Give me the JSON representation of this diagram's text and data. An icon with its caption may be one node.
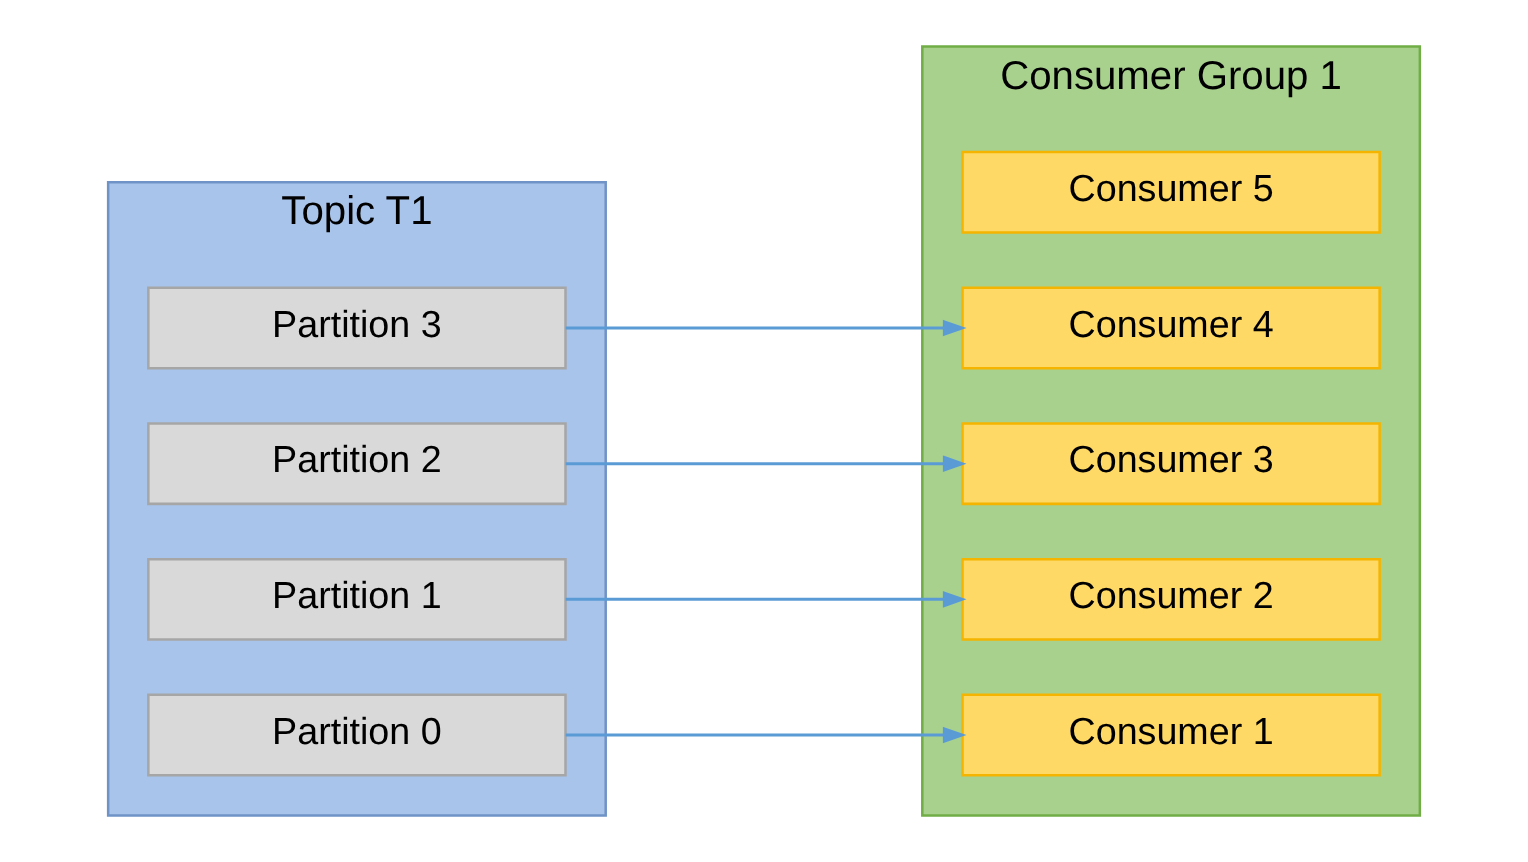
{
  "diagram": {
    "nodes": [
      {
        "text": [
          "Topic T1"
        ]
      },
      {
        "text": [
          "Partition 0"
        ],
        "in": 0
      },
      {
        "text": [
          "Partition 1"
        ],
        "in": 0
      },
      {
        "text": [
          "Partition 2"
        ],
        "in": 0
      },
      {
        "text": [
          "Partition 3"
        ],
        "in": 0
      },
      {
        "text": [
          "Consumer Group 1"
        ]
      },
      {
        "text": [
          "Consumer 1"
        ],
        "in": 5
      },
      {
        "text": [
          "Consumer 2"
        ],
        "in": 5
      },
      {
        "text": [
          "Consumer 3"
        ],
        "in": 5
      },
      {
        "text": [
          "Consumer 4"
        ],
        "in": 5
      },
      {
        "text": [
          "Consumer 5"
        ],
        "in": 5
      }
    ],
    "edges": [
      {
        "from": 1,
        "to": 6,
        "arrow": "to"
      },
      {
        "from": 2,
        "to": 7,
        "arrow": "to"
      },
      {
        "from": 3,
        "to": 8,
        "arrow": "to"
      },
      {
        "from": 4,
        "to": 9,
        "arrow": "to"
      }
    ]
  }
}
